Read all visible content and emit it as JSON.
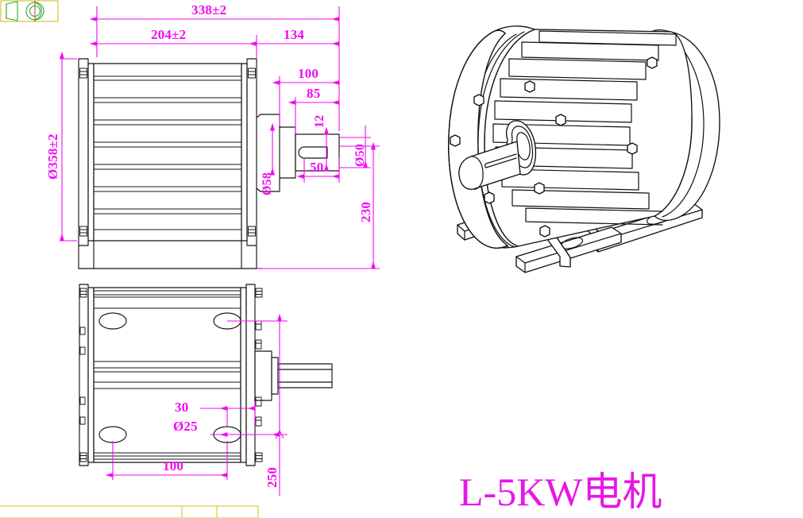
{
  "document": {
    "title": "L-5KW电机",
    "drawing_type": "mechanical-part-drawing",
    "background_color": "#ffffff"
  },
  "colors": {
    "dimension": "#f20af2",
    "outline": "#141414",
    "title_text": "#e716e7",
    "projection_symbol": "#2fa82f",
    "title_block_border": "#e0cc4a",
    "centerline": "#d01b1b"
  },
  "projection_symbol": {
    "name": "first-angle-projection-symbol",
    "label": ""
  },
  "views": {
    "front_view": {
      "name": "front-elevation-view",
      "label": ""
    },
    "bottom_view": {
      "name": "bottom-plan-view",
      "label": ""
    },
    "iso_view": {
      "name": "isometric-3d-view",
      "label": ""
    }
  },
  "dimensions": {
    "overall_length": "338±2",
    "body_length": "204±2",
    "shaft_end_length": "134",
    "body_diameter": "Ø358±2",
    "shaft_dim_100": "100",
    "shaft_dim_85": "85",
    "key_width": "12",
    "key_length": "50",
    "shaft_diameter": "Ø50",
    "boss_diameter": "Ø58",
    "mount_height": "230",
    "foot_offset_30": "30",
    "mount_hole": "Ø25",
    "foot_spacing_100": "100",
    "foot_width_250": "250"
  },
  "title_text": "L-5KW电机",
  "chart_data": {
    "type": "table",
    "title": "L-5KW电机",
    "categories": [
      "overall_length",
      "body_length",
      "shaft_end_length",
      "body_diameter",
      "shaft_dim_100",
      "shaft_dim_85",
      "key_width",
      "key_length",
      "shaft_diameter",
      "boss_diameter",
      "mount_height",
      "foot_offset_30",
      "mount_hole",
      "foot_spacing_100",
      "foot_width_250"
    ],
    "values": [
      "338±2",
      "204±2",
      "134",
      "Ø358±2",
      "100",
      "85",
      "12",
      "50",
      "Ø50",
      "Ø58",
      "230",
      "30",
      "Ø25",
      "100",
      "250"
    ]
  }
}
